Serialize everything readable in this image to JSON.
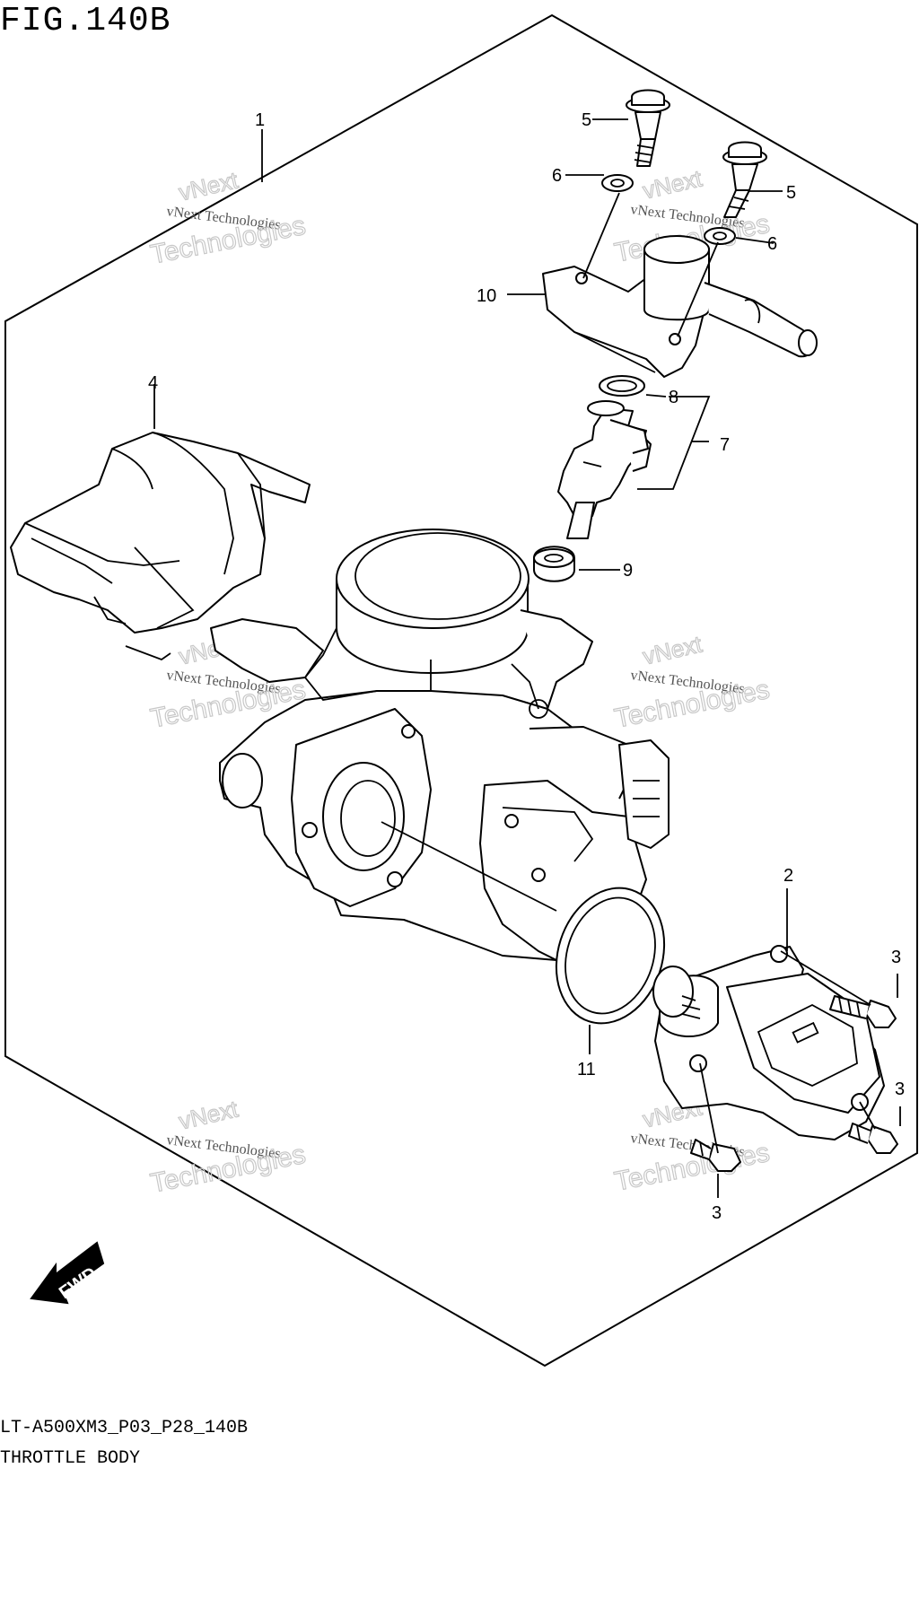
{
  "figure_title": "FIG.140B",
  "model_code": "LT-A500XM3_P03_P28_140B",
  "section_name": "THROTTLE BODY",
  "direction_label": "FWD",
  "callouts": {
    "c1": "1",
    "c2": "2",
    "c3a": "3",
    "c3b": "3",
    "c3c": "3",
    "c4": "4",
    "c5a": "5",
    "c5b": "5",
    "c6a": "6",
    "c6b": "6",
    "c7": "7",
    "c8": "8",
    "c9": "9",
    "c10": "10",
    "c11": "11"
  },
  "watermark": {
    "line1": "vNext Technologies",
    "line2": "vNext",
    "line3": "Technologies"
  }
}
